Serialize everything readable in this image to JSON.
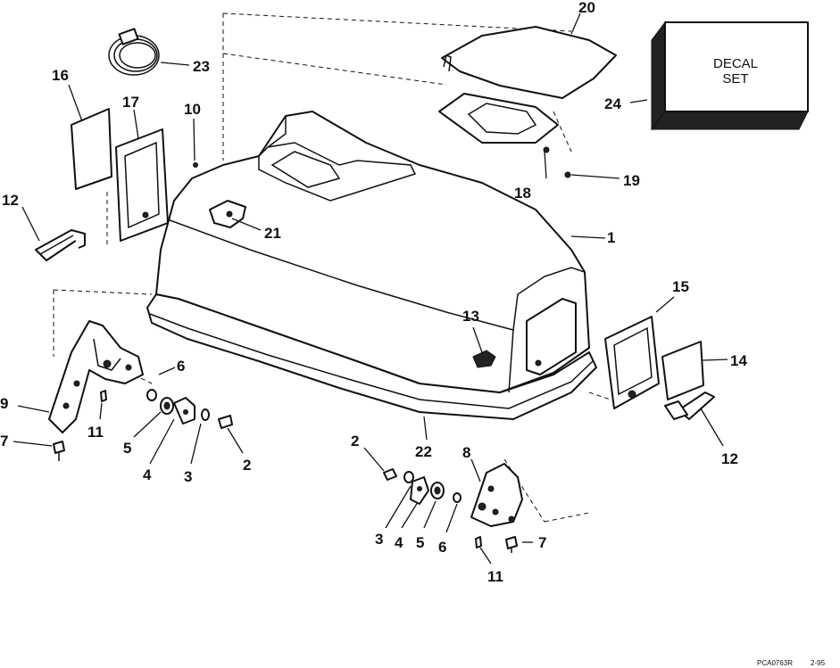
{
  "decal": {
    "line1": "DECAL",
    "line2": "SET"
  },
  "footer": {
    "code": "PCA0763R",
    "rev": "2-95"
  },
  "callouts": {
    "c1": "1",
    "c2a": "2",
    "c2b": "2",
    "c3a": "3",
    "c3b": "3",
    "c4a": "4",
    "c4b": "4",
    "c5a": "5",
    "c5b": "5",
    "c6a": "6",
    "c6b": "6",
    "c7a": "7",
    "c7b": "7",
    "c8": "8",
    "c9": "9",
    "c10": "10",
    "c11a": "11",
    "c11b": "11",
    "c12a": "12",
    "c12b": "12",
    "c13": "13",
    "c14": "14",
    "c15": "15",
    "c16": "16",
    "c17": "17",
    "c18": "18",
    "c19": "19",
    "c20": "20",
    "c21": "21",
    "c22": "22",
    "c23": "23",
    "c24": "24"
  }
}
